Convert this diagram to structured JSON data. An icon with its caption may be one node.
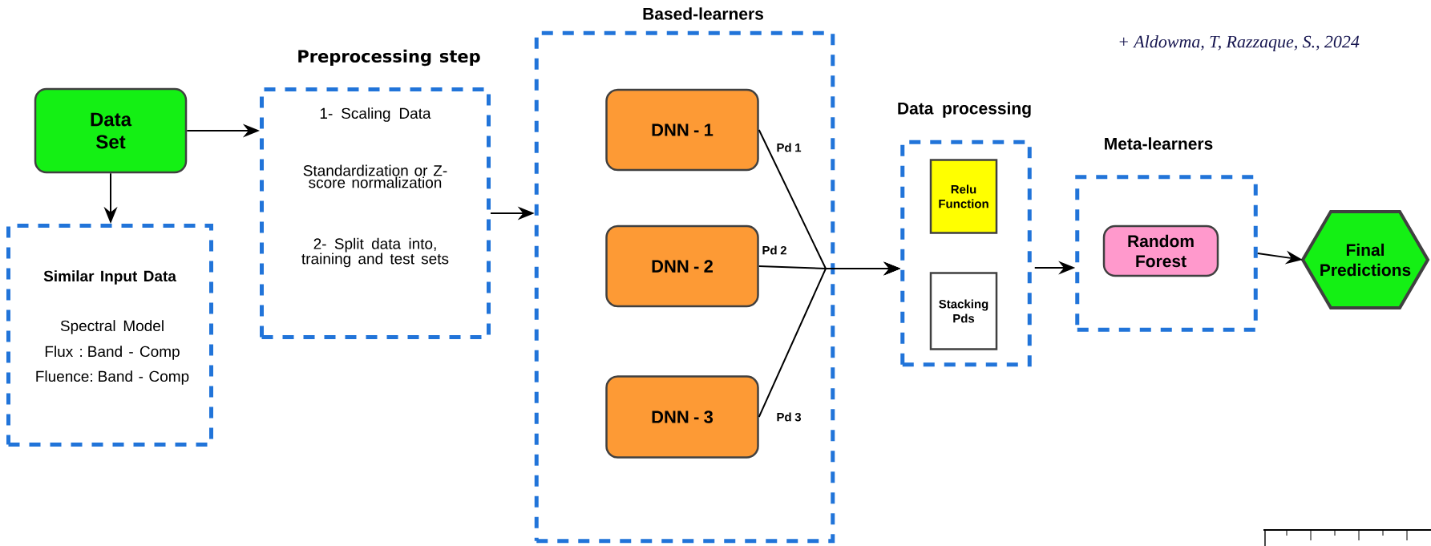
{
  "diagram": {
    "nodes": [
      {
        "text": [
          "Data Set"
        ]
      },
      {
        "text": [
          "Similar Input Data",
          "Spectral Model",
          "Flux : Band - Comp",
          "Fluence: Band - Comp"
        ]
      },
      {
        "text": [
          "Preprocessing step",
          "1- Scaling Data",
          "Standardization or Z-score normalization",
          "2- Split data into, training and test sets"
        ]
      },
      {
        "text": [
          "Based-learners"
        ]
      },
      {
        "text": [
          "DNN - 1"
        ],
        "in": 3
      },
      {
        "text": [
          "DNN - 2"
        ],
        "in": 3
      },
      {
        "text": [
          "DNN - 3"
        ],
        "in": 3
      },
      {
        "text": [
          "Data processing"
        ]
      },
      {
        "text": [
          "Relu Function"
        ],
        "in": 7
      },
      {
        "text": [
          "Stacking Pds"
        ],
        "in": 7
      },
      {
        "text": [
          "Meta-learners"
        ]
      },
      {
        "text": [
          "Random Forest"
        ],
        "in": 10
      },
      {
        "text": [
          "Final Predictions"
        ]
      }
    ],
    "edges": [
      {
        "from": 0,
        "to": 2,
        "arrow": "to"
      },
      {
        "from": 0,
        "to": 1,
        "arrow": "to"
      },
      {
        "from": 2,
        "to": 3,
        "arrow": "to"
      },
      {
        "from": 4,
        "to": 7,
        "arrow": "to",
        "label": "Pd 1"
      },
      {
        "from": 5,
        "to": 7,
        "arrow": "to",
        "label": "Pd 2"
      },
      {
        "from": 6,
        "to": 7,
        "arrow": "to",
        "label": "Pd 3"
      },
      {
        "from": 7,
        "to": 10,
        "arrow": "to"
      },
      {
        "from": 10,
        "to": 12,
        "arrow": "to"
      }
    ],
    "labels": [
      "+ Aldowma, T, Razzaque, S., 2024"
    ]
  }
}
